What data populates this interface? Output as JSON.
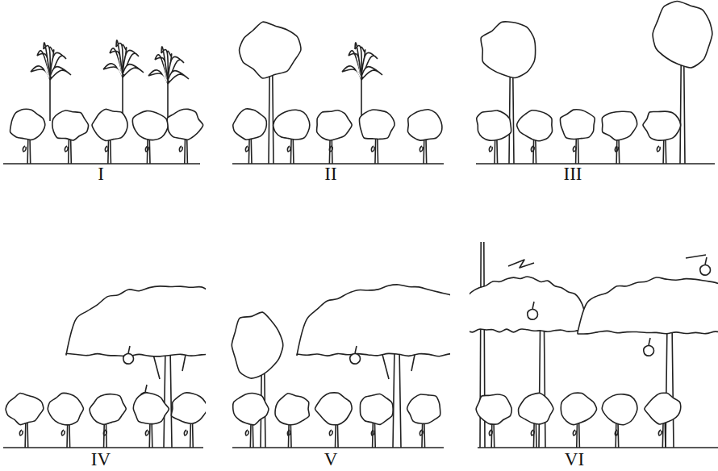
{
  "diagram": {
    "labels": [
      "I",
      "II",
      "III",
      "IV",
      "V",
      "VI"
    ]
  }
}
